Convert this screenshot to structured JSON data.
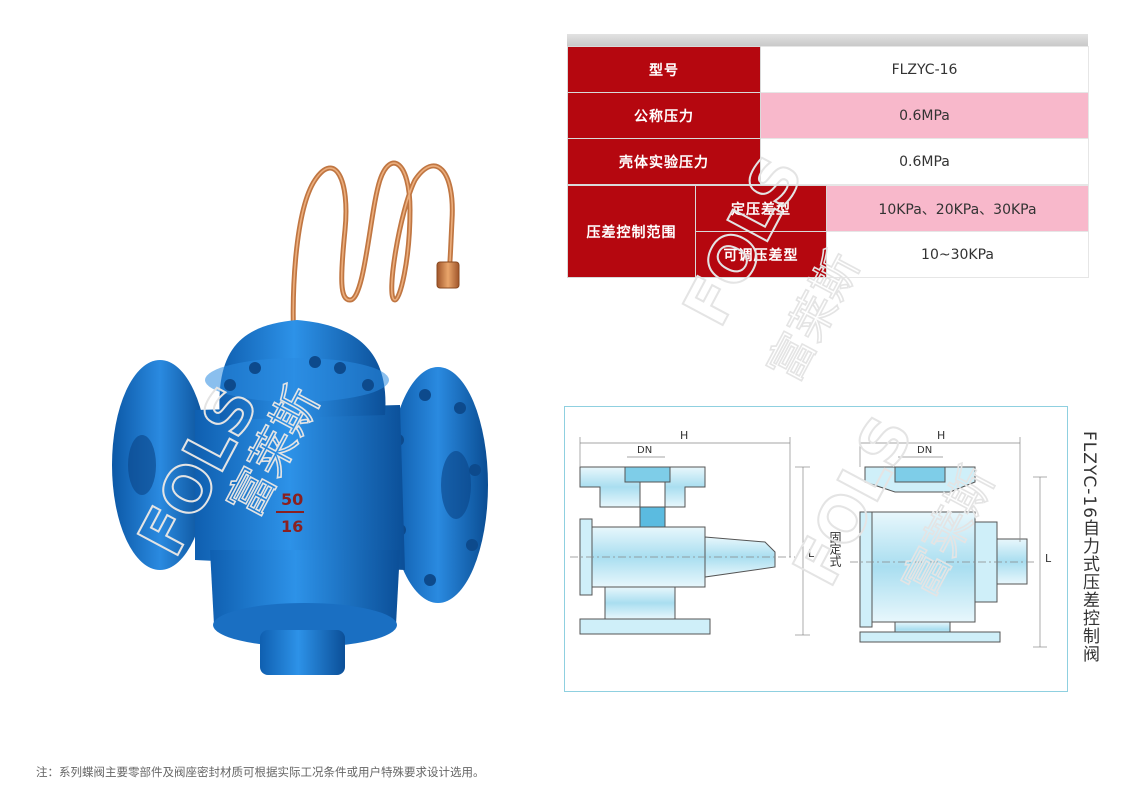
{
  "spec_table": {
    "rows": [
      {
        "label": "型号",
        "value": "FLZYC-16"
      },
      {
        "label": "公称压力",
        "value": "0.6MPa"
      },
      {
        "label": "壳体实验压力",
        "value": "0.6MPa"
      }
    ],
    "group": {
      "label": "压差控制范围",
      "rows": [
        {
          "label": "定压差型",
          "value": "10KPa、20KPa、30KPa"
        },
        {
          "label": "可调压差型",
          "value": "10~30KPa"
        }
      ]
    }
  },
  "product": {
    "marking_top": "50",
    "marking_bottom": "16"
  },
  "drawing": {
    "title": "FLZYC-16自力式压差控制阀",
    "left_view": {
      "dim_h": "H",
      "dim_dn": "DN",
      "dim_l": "L"
    },
    "right_view": {
      "dim_h": "H",
      "dim_dn": "DN",
      "dim_l": "L",
      "label": "固定式"
    }
  },
  "watermark": {
    "brand": "FOLS",
    "cn": "富莱斯"
  },
  "footnote": "注：系列蝶阀主要零部件及阀座密封材质可根据实际工况条件或用户特殊要求设计选用。",
  "colors": {
    "header_red": "#b5070f",
    "highlight_pink": "#f8b8cb",
    "valve_blue": "#1e7fd0",
    "frame_cyan": "#8fd0e0"
  }
}
